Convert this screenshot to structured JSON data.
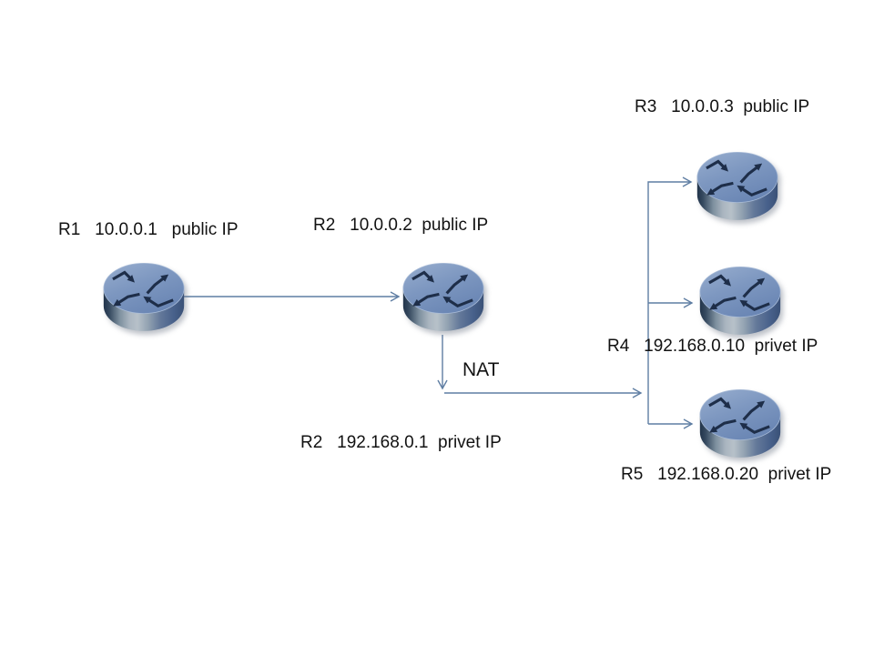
{
  "diagram": {
    "type": "network-topology",
    "description_visible": false
  },
  "labels": {
    "r1": "R1   10.0.0.1   public IP",
    "r2_public": "R2   10.0.0.2  public IP",
    "r3": "R3   10.0.0.3  public IP",
    "r4": "R4   192.168.0.10  privet IP",
    "r2_private": "R2   192.168.0.1  privet IP",
    "r5": "R5   192.168.0.20  privet IP",
    "nat": "NAT"
  },
  "nodes": [
    {
      "id": "R1",
      "ip": "10.0.0.1",
      "ip_type": "public IP"
    },
    {
      "id": "R2",
      "ip": "10.0.0.2",
      "ip_type": "public IP",
      "inside_ip": "192.168.0.1",
      "inside_ip_type": "privet IP"
    },
    {
      "id": "R3",
      "ip": "10.0.0.3",
      "ip_type": "public IP"
    },
    {
      "id": "R4",
      "ip": "192.168.0.10",
      "ip_type": "privet IP"
    },
    {
      "id": "R5",
      "ip": "192.168.0.20",
      "ip_type": "privet IP"
    }
  ],
  "edges": [
    {
      "from": "R1",
      "to": "R2",
      "arrow": "to"
    },
    {
      "from": "R2",
      "to": "NAT-junction",
      "arrow": "to",
      "label": "NAT"
    },
    {
      "from": "NAT-junction",
      "to": "R3",
      "arrow": "to"
    },
    {
      "from": "NAT-junction",
      "to": "R4",
      "arrow": "to"
    },
    {
      "from": "NAT-junction",
      "to": "R5",
      "arrow": "to"
    }
  ],
  "colors": {
    "background": "#ffffff",
    "connector_line": "#5f7ea3",
    "router_top": "#7b96c1",
    "router_side_dark": "#22344b",
    "router_side_light": "#b7c1c9",
    "router_glyph": "#1e2e49",
    "text": "#121212"
  }
}
